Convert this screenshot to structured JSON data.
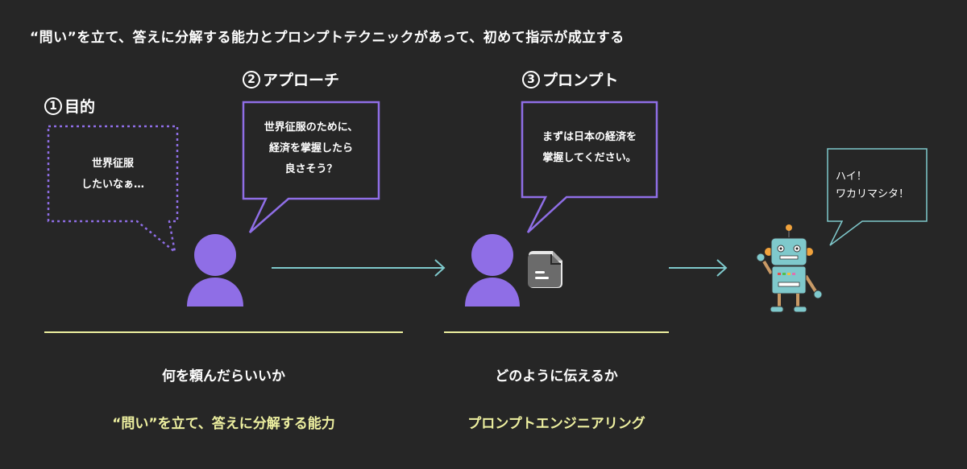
{
  "headline": "“問い”を立て、答えに分解する能力とプロンプトテクニックがあって、初めて指示が成立する",
  "steps": [
    {
      "num": "1",
      "title": "目的",
      "bubble_lines": [
        "世界征服",
        "したいなぁ…"
      ]
    },
    {
      "num": "2",
      "title": "アプローチ",
      "bubble_lines": [
        "世界征服のために、",
        "経済を掌握したら",
        "良さそう？"
      ]
    },
    {
      "num": "3",
      "title": "プロンプト",
      "bubble_lines": [
        "まずは日本の経済を",
        "掌握してください。"
      ]
    }
  ],
  "robot_reply": [
    "ハイ！",
    "ワカリマシタ！"
  ],
  "captions": [
    {
      "text": "何を頼んだらいいか",
      "skill": "“問い”を立て、答えに分解する能力"
    },
    {
      "text": "どのように伝えるか",
      "skill": "プロンプトエンジニアリング"
    }
  ],
  "colors": {
    "background": "#262626",
    "purple": "#8f6ee6",
    "arrow": "#7fc9cc",
    "underline": "#eef0a0",
    "robot_bubble": "#7fc9cc"
  },
  "icons": [
    "person-icon",
    "document-icon",
    "robot-icon",
    "arrow-right-icon"
  ]
}
